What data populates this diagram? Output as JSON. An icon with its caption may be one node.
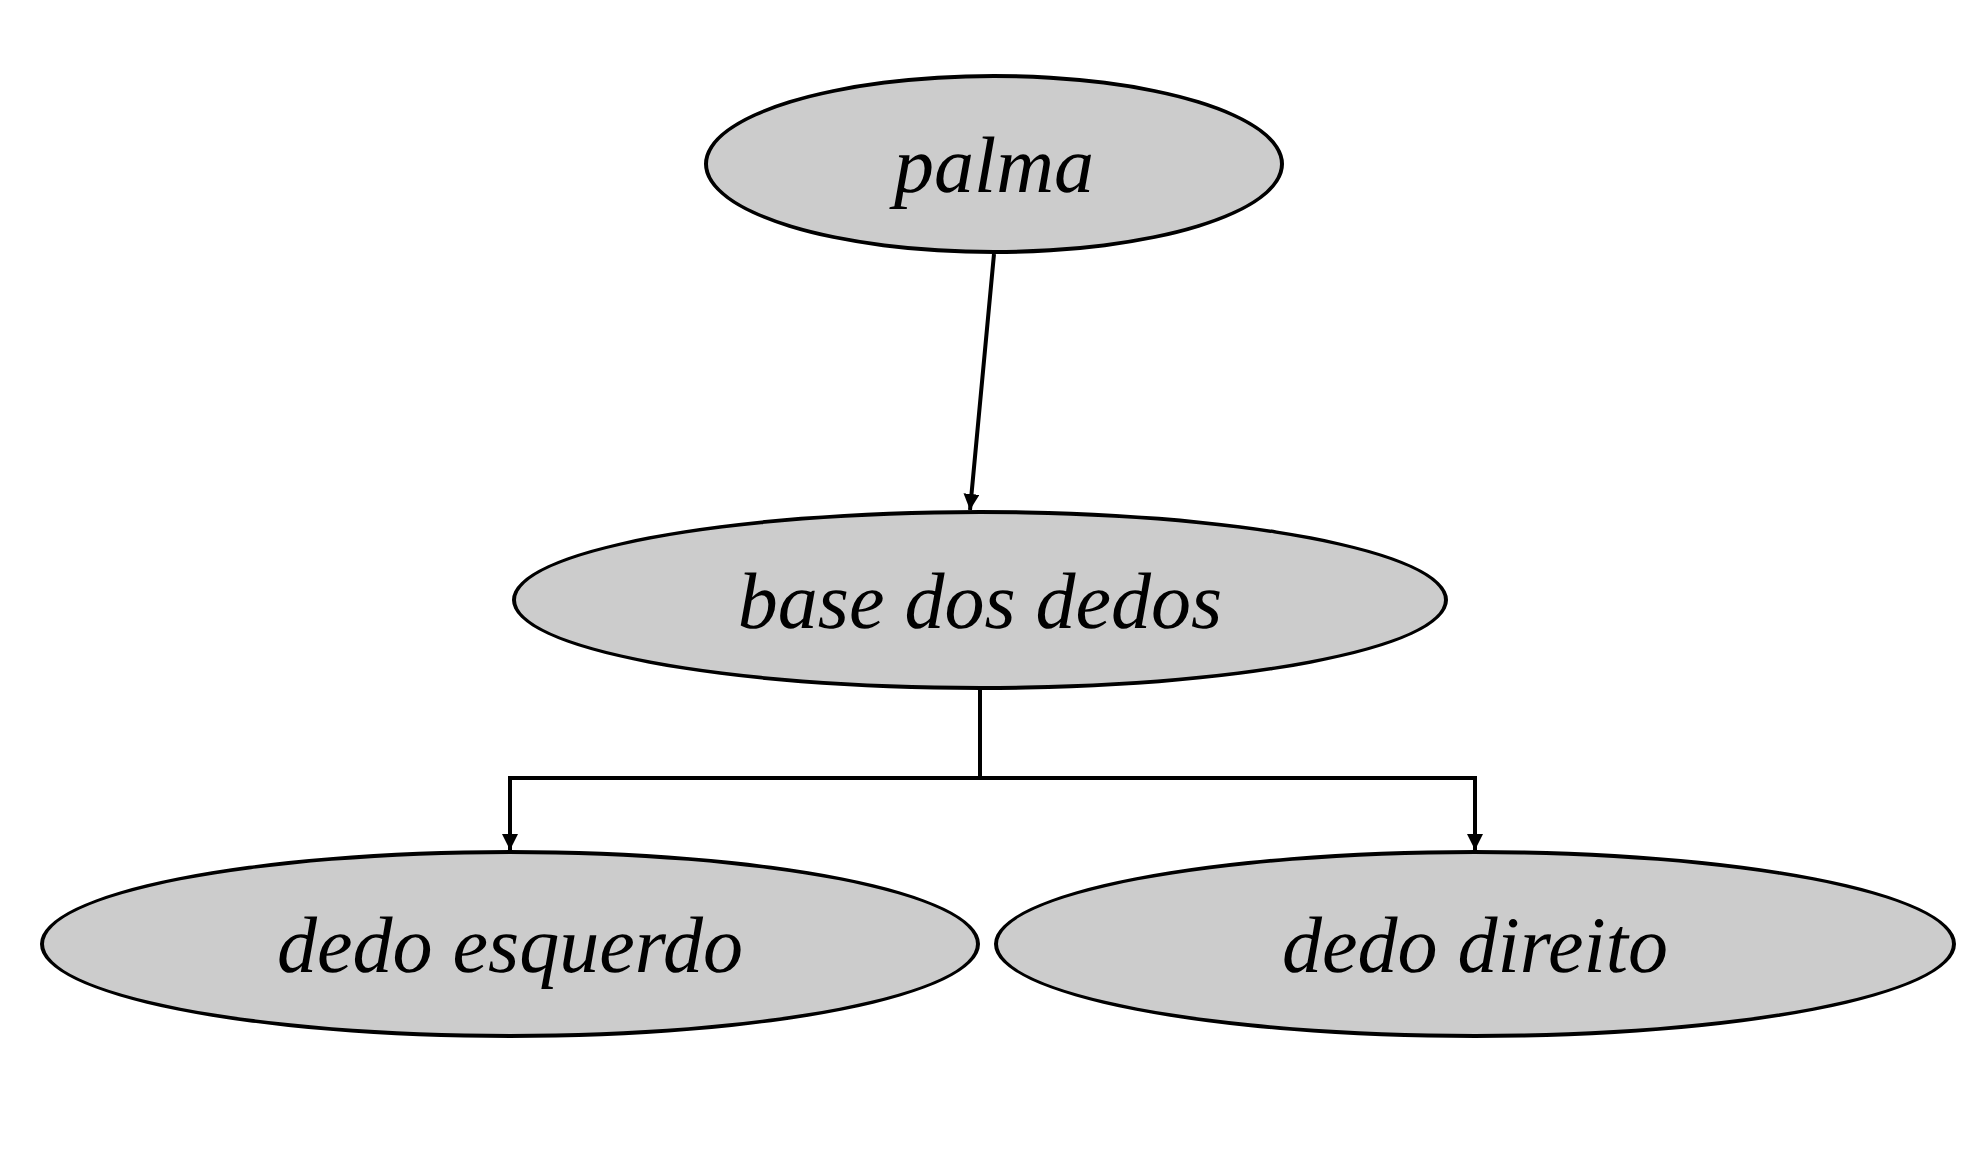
{
  "diagram": {
    "nodes": [
      {
        "text": [
          "palma"
        ]
      },
      {
        "text": [
          "base dos dedos"
        ]
      },
      {
        "text": [
          "dedo esquerdo"
        ]
      },
      {
        "text": [
          "dedo direito"
        ]
      }
    ],
    "edges": [
      {
        "from": 0,
        "to": 1,
        "arrow": "to"
      },
      {
        "from": 1,
        "to": 2,
        "arrow": "to"
      },
      {
        "from": 1,
        "to": 3,
        "arrow": "to"
      }
    ]
  }
}
